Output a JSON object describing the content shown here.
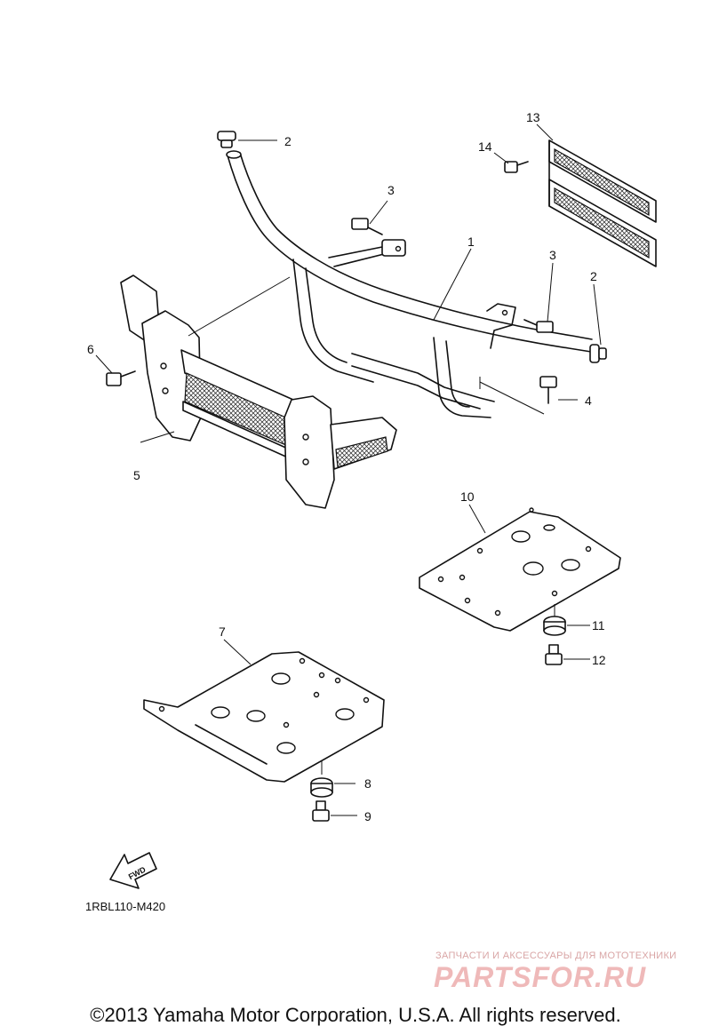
{
  "callouts": [
    {
      "id": "c1",
      "label": "1"
    },
    {
      "id": "c2a",
      "label": "2"
    },
    {
      "id": "c2b",
      "label": "2"
    },
    {
      "id": "c3a",
      "label": "3"
    },
    {
      "id": "c3b",
      "label": "3"
    },
    {
      "id": "c4",
      "label": "4"
    },
    {
      "id": "c5",
      "label": "5"
    },
    {
      "id": "c6",
      "label": "6"
    },
    {
      "id": "c7",
      "label": "7"
    },
    {
      "id": "c8",
      "label": "8"
    },
    {
      "id": "c9",
      "label": "9"
    },
    {
      "id": "c10",
      "label": "10"
    },
    {
      "id": "c11",
      "label": "11"
    },
    {
      "id": "c12",
      "label": "12"
    },
    {
      "id": "c13",
      "label": "13"
    },
    {
      "id": "c14",
      "label": "14"
    }
  ],
  "fwd_label": "FWD",
  "diagram_code": "1RBL110-M420",
  "watermark": {
    "tagline": "ЗАПЧАСТИ И АКСЕССУАРЫ ДЛЯ МОТОТЕХНИКИ",
    "logo": "PARTSFOR.RU"
  },
  "copyright": "©2013 Yamaha Motor Corporation, U.S.A. All rights reserved."
}
